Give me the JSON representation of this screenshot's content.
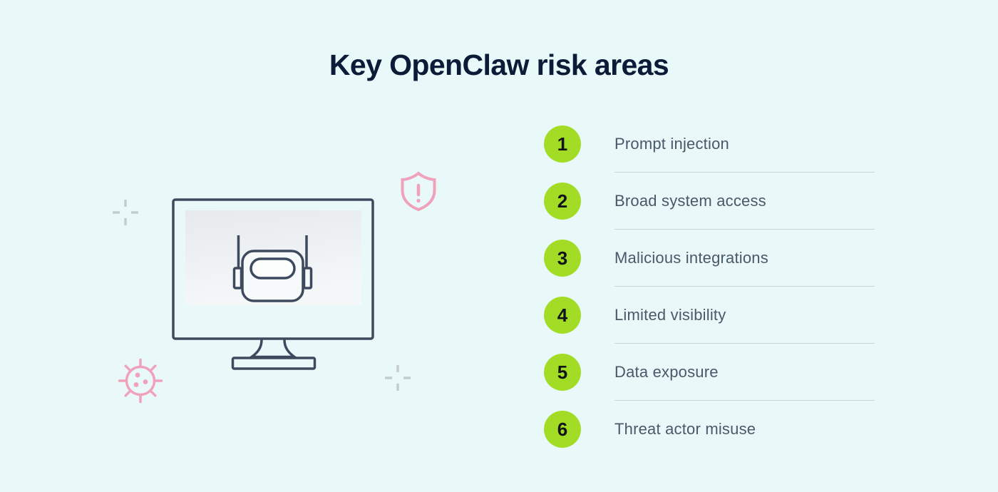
{
  "title": "Key OpenClaw risk areas",
  "risks": [
    {
      "number": "1",
      "label": "Prompt injection"
    },
    {
      "number": "2",
      "label": "Broad system access"
    },
    {
      "number": "3",
      "label": "Malicious integrations"
    },
    {
      "number": "4",
      "label": "Limited visibility"
    },
    {
      "number": "5",
      "label": "Data exposure"
    },
    {
      "number": "6",
      "label": "Threat actor misuse"
    }
  ],
  "illustration": {
    "description": "Outlined desktop monitor showing a robot head, with decorative alert-shield, virus and crosshair marks",
    "icons": [
      "crosshair-icon",
      "monitor-icon",
      "robot-icon",
      "shield-alert-icon",
      "virus-icon",
      "crosshair-icon"
    ]
  },
  "colors": {
    "background": "#E9F9FA",
    "title_text": "#0B1B38",
    "item_text": "#4A5869",
    "badge_green": "#A3DC25",
    "badge_number": "#111519",
    "divider": "#C9D6DA",
    "illustration_outline": "#3D4A5E",
    "accent_pink": "#F0A2BB",
    "crosshair_gray": "#C3CCD2",
    "screen_gray_top": "#E6EAED",
    "screen_gray_bottom": "#F4F8F9"
  }
}
